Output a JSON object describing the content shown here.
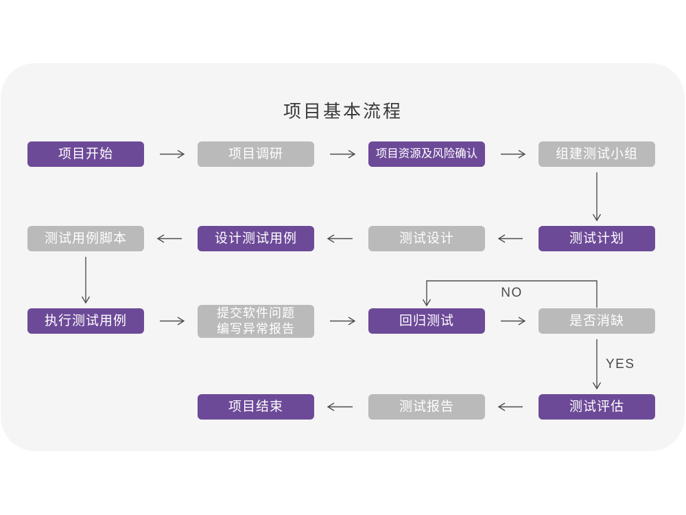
{
  "title": "项目基本流程",
  "colors": {
    "purple": "#6d4a98",
    "gray": "#bababa",
    "arrow": "#4d4d4d",
    "card_bg": "#f5f5f6",
    "node_text": "#ffffff",
    "title_text": "#3a3a3a"
  },
  "labels": {
    "no": "NO",
    "yes": "YES"
  },
  "nodes": [
    {
      "id": "project-start",
      "label": "项目开始",
      "variant": "purple",
      "row": 0,
      "col": 0
    },
    {
      "id": "project-research",
      "label": "项目调研",
      "variant": "gray",
      "row": 0,
      "col": 1
    },
    {
      "id": "risk-confirm",
      "label": "项目资源及风险确认",
      "variant": "purple",
      "row": 0,
      "col": 2
    },
    {
      "id": "build-test-team",
      "label": "组建测试小组",
      "variant": "gray",
      "row": 0,
      "col": 3
    },
    {
      "id": "test-plan",
      "label": "测试计划",
      "variant": "purple",
      "row": 1,
      "col": 3
    },
    {
      "id": "test-design",
      "label": "测试设计",
      "variant": "gray",
      "row": 1,
      "col": 2
    },
    {
      "id": "design-cases",
      "label": "设计测试用例",
      "variant": "purple",
      "row": 1,
      "col": 1
    },
    {
      "id": "case-script",
      "label": "测试用例脚本",
      "variant": "gray",
      "row": 1,
      "col": 0
    },
    {
      "id": "execute-cases",
      "label": "执行测试用例",
      "variant": "purple",
      "row": 2,
      "col": 0
    },
    {
      "id": "submit-issues",
      "label_lines": [
        "提交软件问题",
        "编写异常报告"
      ],
      "variant": "gray",
      "row": 2,
      "col": 1
    },
    {
      "id": "regression-test",
      "label": "回归测试",
      "variant": "purple",
      "row": 2,
      "col": 2
    },
    {
      "id": "defect-cleared",
      "label": "是否消缺",
      "variant": "gray",
      "row": 2,
      "col": 3
    },
    {
      "id": "test-evaluate",
      "label": "测试评估",
      "variant": "purple",
      "row": 3,
      "col": 3
    },
    {
      "id": "test-report",
      "label": "测试报告",
      "variant": "gray",
      "row": 3,
      "col": 2
    },
    {
      "id": "project-end",
      "label": "项目结束",
      "variant": "purple",
      "row": 3,
      "col": 1
    }
  ],
  "edges": [
    {
      "from": "project-start",
      "to": "project-research",
      "dir": "right"
    },
    {
      "from": "project-research",
      "to": "risk-confirm",
      "dir": "right"
    },
    {
      "from": "risk-confirm",
      "to": "build-test-team",
      "dir": "right"
    },
    {
      "from": "build-test-team",
      "to": "test-plan",
      "dir": "down"
    },
    {
      "from": "test-plan",
      "to": "test-design",
      "dir": "left"
    },
    {
      "from": "test-design",
      "to": "design-cases",
      "dir": "left"
    },
    {
      "from": "design-cases",
      "to": "case-script",
      "dir": "left"
    },
    {
      "from": "case-script",
      "to": "execute-cases",
      "dir": "down"
    },
    {
      "from": "execute-cases",
      "to": "submit-issues",
      "dir": "right"
    },
    {
      "from": "submit-issues",
      "to": "regression-test",
      "dir": "right"
    },
    {
      "from": "regression-test",
      "to": "defect-cleared",
      "dir": "right"
    },
    {
      "from": "defect-cleared",
      "to": "regression-test",
      "dir": "loop",
      "label_key": "no"
    },
    {
      "from": "defect-cleared",
      "to": "test-evaluate",
      "dir": "down",
      "label_key": "yes"
    },
    {
      "from": "test-evaluate",
      "to": "test-report",
      "dir": "left"
    },
    {
      "from": "test-report",
      "to": "project-end",
      "dir": "left"
    }
  ]
}
